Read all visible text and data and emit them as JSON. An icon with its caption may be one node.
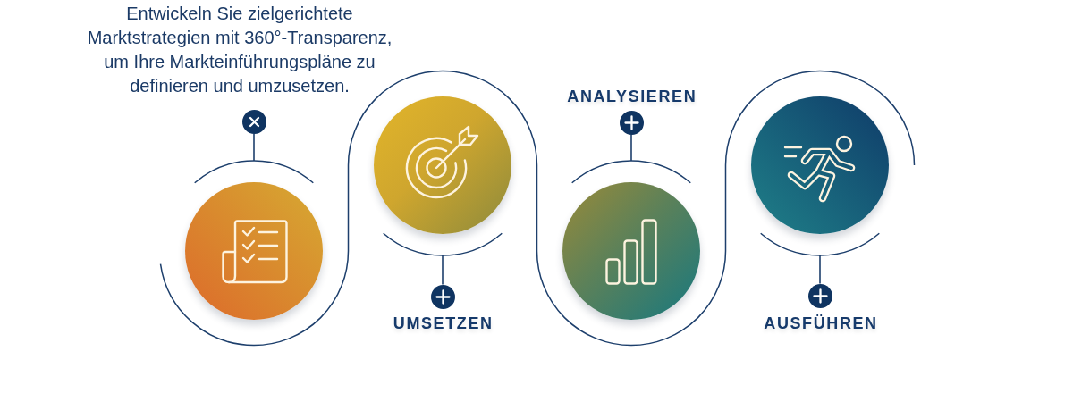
{
  "diagram": {
    "nodes": [
      {
        "text": [],
        "shape": "circle"
      },
      {
        "text": [],
        "shape": "circle"
      },
      {
        "text": [],
        "shape": "circle"
      },
      {
        "text": [],
        "shape": "circle"
      }
    ],
    "edges": [
      {
        "from": 0,
        "to": 1,
        "arrow": "none"
      },
      {
        "from": 1,
        "to": 2,
        "arrow": "none"
      },
      {
        "from": 2,
        "to": 3,
        "arrow": "none"
      }
    ],
    "labels": [
      "Entwickeln Sie zielgerichtete Marktstrategien mit 360°-Transparenz, um Ihre Markteinführungspläne zu definieren und umzusetzen.",
      "ANALYSIEREN",
      "UMSETZEN",
      "AUSFÜHREN"
    ]
  }
}
